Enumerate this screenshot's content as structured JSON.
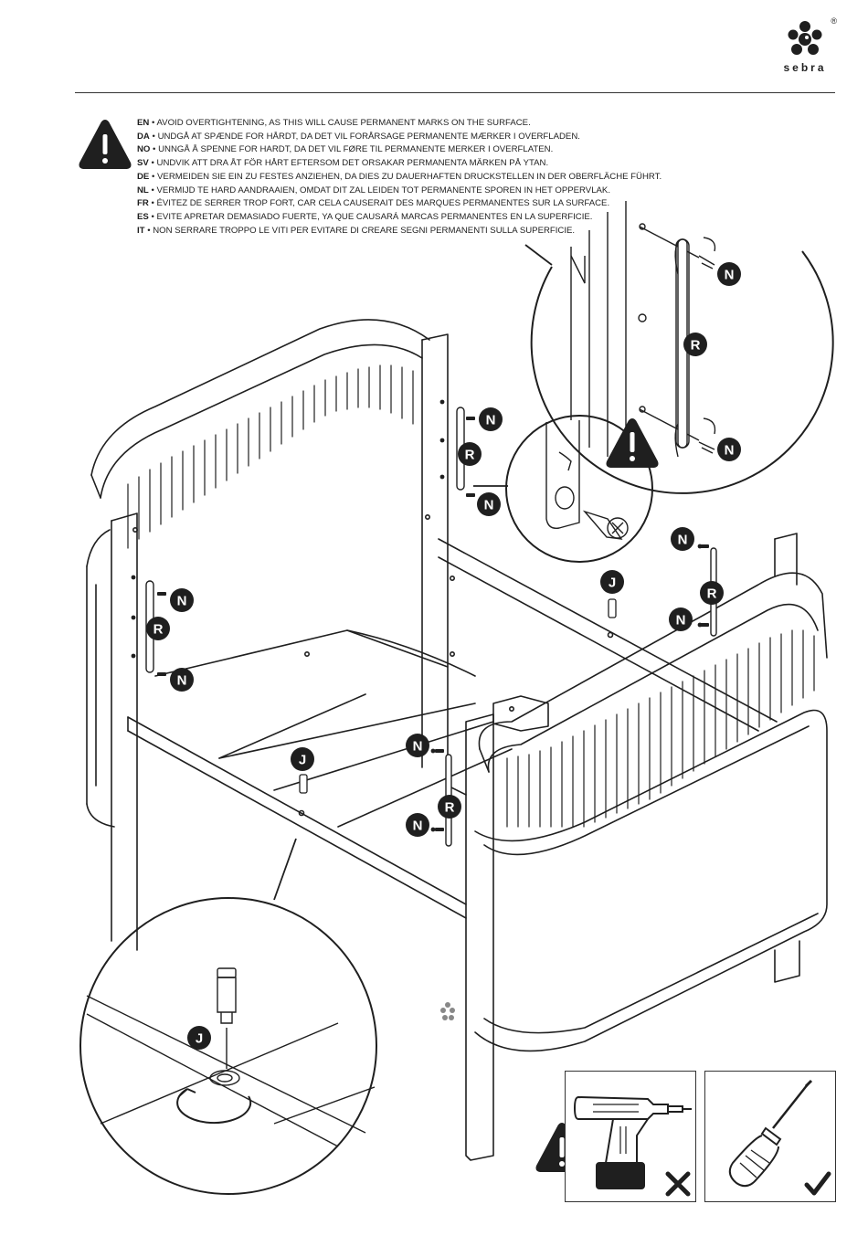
{
  "brand": {
    "name": "sebra",
    "registered": "®"
  },
  "warnings": [
    {
      "code": "EN",
      "text": "AVOID OVERTIGHTENING, AS THIS WILL CAUSE PERMANENT MARKS ON THE SURFACE."
    },
    {
      "code": "DA",
      "text": "UNDGÅ AT SPÆNDE FOR HÅRDT, DA DET VIL FORÅRSAGE PERMANENTE MÆRKER I OVERFLADEN."
    },
    {
      "code": "NO",
      "text": "UNNGÅ Å SPENNE FOR HARDT, DA DET VIL FØRE TIL PERMANENTE MERKER I OVERFLATEN."
    },
    {
      "code": "SV",
      "text": "UNDVIK ATT DRA ÅT FÖR HÅRT EFTERSOM DET ORSAKAR PERMANENTA MÄRKEN PÅ YTAN."
    },
    {
      "code": "DE",
      "text": "VERMEIDEN SIE EIN ZU FESTES ANZIEHEN, DA DIES ZU DAUERHAFTEN DRUCKSTELLEN IN DER OBERFLÄCHE FÜHRT."
    },
    {
      "code": "NL",
      "text": "VERMIJD TE HARD AANDRAAIEN, OMDAT DIT ZAL LEIDEN TOT PERMANENTE SPOREN IN HET OPPERVLAK."
    },
    {
      "code": "FR",
      "text": "ÉVITEZ DE SERRER TROP FORT, CAR CELA CAUSERAIT DES MARQUES PERMANENTES SUR LA SURFACE."
    },
    {
      "code": "ES",
      "text": "EVITE APRETAR DEMASIADO FUERTE, YA QUE CAUSARÁ MARCAS PERMANENTES EN LA SUPERFICIE."
    },
    {
      "code": "IT",
      "text": "NON SERRARE TROPPO LE VITI PER EVITARE DI CREARE SEGNI PERMANENTI SULLA SUPERFICIE."
    }
  ],
  "labels": {
    "screw": "N",
    "rail": "R",
    "pin": "J"
  },
  "icons": {
    "warning": "warning-triangle-icon",
    "drill": "power-drill-icon",
    "screwdriver": "screwdriver-icon",
    "cross": "cross-mark-icon",
    "check": "check-mark-icon"
  },
  "colors": {
    "ink": "#1f1f1f",
    "paper": "#ffffff"
  }
}
